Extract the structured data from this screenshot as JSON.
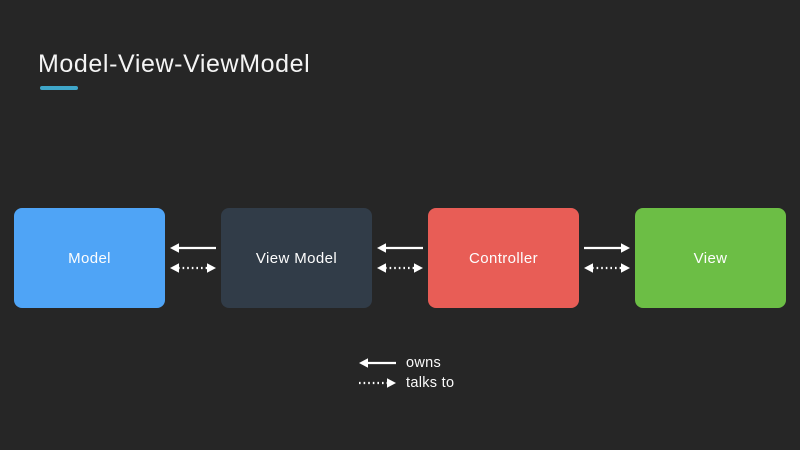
{
  "slide": {
    "title": "Model-View-ViewModel",
    "background_color": "#262626",
    "title_color": "#f4f4f4",
    "underline_color": "#3FA6C9"
  },
  "boxes": [
    {
      "label": "Model",
      "color": "#4FA4F6"
    },
    {
      "label": "View Model",
      "color": "#313C48"
    },
    {
      "label": "Controller",
      "color": "#E85D56"
    },
    {
      "label": "View",
      "color": "#6CBE45"
    }
  ],
  "connections": [
    {
      "from": "View Model",
      "to": "Model",
      "owns": {
        "dir": "left",
        "line": "solid",
        "length": 46
      },
      "talks_to": {
        "dir": "both",
        "line": "dotted",
        "length": 46
      }
    },
    {
      "from": "Controller",
      "to": "View Model",
      "owns": {
        "dir": "left",
        "line": "solid",
        "length": 46
      },
      "talks_to": {
        "dir": "both",
        "line": "dotted",
        "length": 46
      }
    },
    {
      "from": "Controller",
      "to": "View",
      "owns": {
        "dir": "right",
        "line": "solid",
        "length": 46
      },
      "talks_to": {
        "dir": "both",
        "line": "dotted",
        "length": 46
      }
    }
  ],
  "legend": {
    "items": [
      {
        "label": "owns",
        "arrow": {
          "dir": "left",
          "line": "solid",
          "length": 37
        }
      },
      {
        "label": "talks to",
        "arrow": {
          "dir": "right",
          "line": "dotted",
          "length": 37
        }
      }
    ]
  },
  "arrow_color": "#ffffff"
}
